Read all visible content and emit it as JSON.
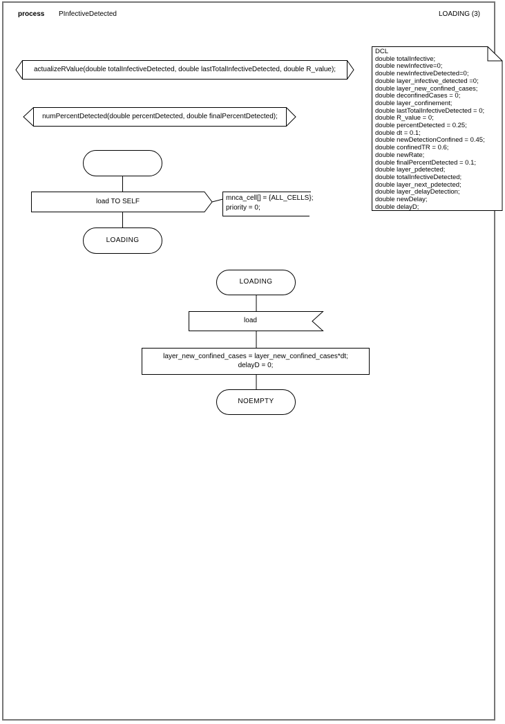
{
  "header": {
    "kind_label": "process",
    "process_name": "PInfectiveDetected",
    "state_page_label": "LOADING (3)"
  },
  "colors": {
    "symbol_stroke": "#000000",
    "page_border": "#757575",
    "background": "#ffffff"
  },
  "procedure_declarations": [
    {
      "label": "actualizeRValue(double totalInfectiveDetected, double lastTotalInfectiveDetected, double R_value);"
    },
    {
      "label": "numPercentDetected(double percentDetected, double finalPercentDetected);"
    }
  ],
  "flow_start": {
    "start_state_label": "",
    "output_label": "load TO SELF",
    "comment_lines": [
      "mnca_cell[] = {ALL_CELLS};",
      "priority = 0;"
    ],
    "next_state_label": "LOADING"
  },
  "flow_loading": {
    "state_label": "LOADING",
    "input_label": "load",
    "task_lines": [
      "layer_new_confined_cases = layer_new_confined_cases*dt;",
      "delayD = 0;"
    ],
    "next_state_label": "NOEMPTY"
  },
  "declarations": {
    "lines": [
      "DCL",
      "double totalInfective;",
      "double newInfective=0;",
      "double newInfectiveDetected=0;",
      "double layer_infective_detected =0;",
      "double layer_new_confined_cases;",
      "double deconfinedCases = 0;",
      "double layer_confinement;",
      "double lastTotalInfectiveDetected = 0;",
      "double R_value = 0;",
      "double percentDetected = 0.25;",
      "double dt = 0.1;",
      "double newDetectionConfined = 0.45;",
      "double confinedTR = 0.6;",
      "double newRate;",
      "double finalPercentDetected = 0.1;",
      "double layer_pdetected;",
      "double totalInfectiveDetected;",
      "double layer_next_pdetected;",
      "double layer_delayDetection;",
      "double newDelay;",
      "double delayD;"
    ]
  }
}
